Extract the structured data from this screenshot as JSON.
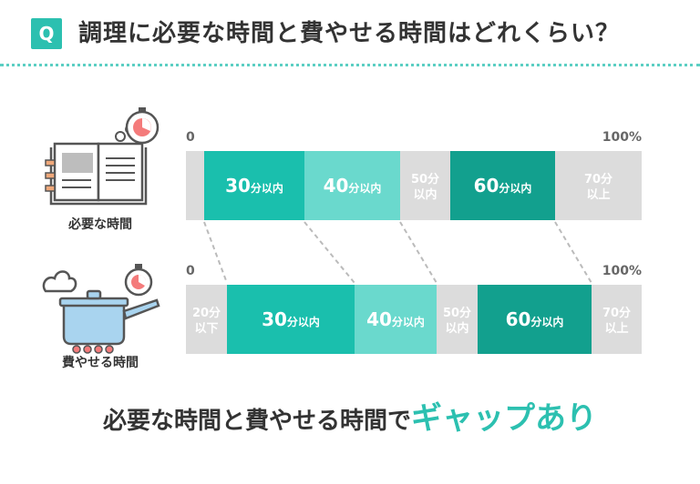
{
  "header": {
    "badge": "Q",
    "title": "調理に必要な時間と費やせる時間はどれくらい？"
  },
  "colors": {
    "accent": "#2cc0b0",
    "teal_dark": "#12a08e",
    "teal_mid": "#1abfad",
    "teal_light": "#6ad9cd",
    "gray": "#dcdcdc",
    "connector": "#bbbbbb"
  },
  "icons": {
    "row1": "cookbook-with-timer-icon",
    "row2": "boiling-pot-with-timer-icon"
  },
  "chart_data": {
    "type": "stacked-bar",
    "orientation": "horizontal",
    "xlim": [
      0,
      100
    ],
    "axis_min_label": "0",
    "axis_max_label": "100%",
    "rows": [
      {
        "name": "必要な時間",
        "segments": [
          {
            "label": "",
            "value": 4,
            "color": "gray"
          },
          {
            "label": "30分以内",
            "value": 22,
            "color": "teal_mid"
          },
          {
            "label": "40分以内",
            "value": 21,
            "color": "teal_light"
          },
          {
            "label": "50分\n以内",
            "value": 11,
            "color": "gray"
          },
          {
            "label": "60分以内",
            "value": 23,
            "color": "teal_dark"
          },
          {
            "label": "70分\n以上",
            "value": 19,
            "color": "gray"
          }
        ]
      },
      {
        "name": "費やせる時間",
        "segments": [
          {
            "label": "20分\n以下",
            "value": 9,
            "color": "gray"
          },
          {
            "label": "30分以内",
            "value": 28,
            "color": "teal_mid"
          },
          {
            "label": "40分以内",
            "value": 18,
            "color": "teal_light"
          },
          {
            "label": "50分\n以内",
            "value": 9,
            "color": "gray"
          },
          {
            "label": "60分以内",
            "value": 25,
            "color": "teal_dark"
          },
          {
            "label": "70分\n以上",
            "value": 11,
            "color": "gray"
          }
        ]
      }
    ]
  },
  "conclusion": {
    "prefix": "必要な時間と費やせる時間で",
    "highlight": "ギャップあり"
  }
}
